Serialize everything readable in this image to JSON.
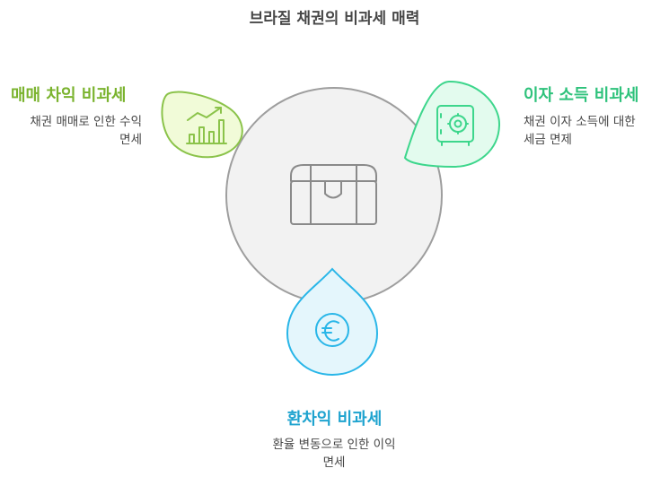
{
  "title": "브라질 채권의 비과세 매력",
  "center": {
    "icon": "treasure-chest-icon"
  },
  "items": [
    {
      "key": "left",
      "title": "매매 차익 비과세",
      "desc_lines": [
        "채권 매매로 인한 수익",
        "면세"
      ],
      "icon": "rising-chart-icon",
      "colors": {
        "accent": "#8bc34a",
        "fill": "#f1fbd8",
        "text": "#7ab32e"
      }
    },
    {
      "key": "right",
      "title": "이자 소득 비과세",
      "desc_lines": [
        "채권 이자 소득에 대한",
        "세금 면제"
      ],
      "icon": "safe-icon",
      "colors": {
        "accent": "#3dd68c",
        "fill": "#e3fbee",
        "text": "#2ec27b"
      }
    },
    {
      "key": "bottom",
      "title": "환차익 비과세",
      "desc_lines": [
        "환율 변동으로 인한 이익",
        "면세"
      ],
      "icon": "euro-coin-icon",
      "colors": {
        "accent": "#29b6e8",
        "fill": "#e4f6fc",
        "text": "#1ea3cf"
      }
    }
  ],
  "colors": {
    "circle_fill": "#f2f2f2",
    "circle_stroke": "#9e9e9e",
    "icon_stroke": "#8a8a8a",
    "text": "#474747"
  }
}
